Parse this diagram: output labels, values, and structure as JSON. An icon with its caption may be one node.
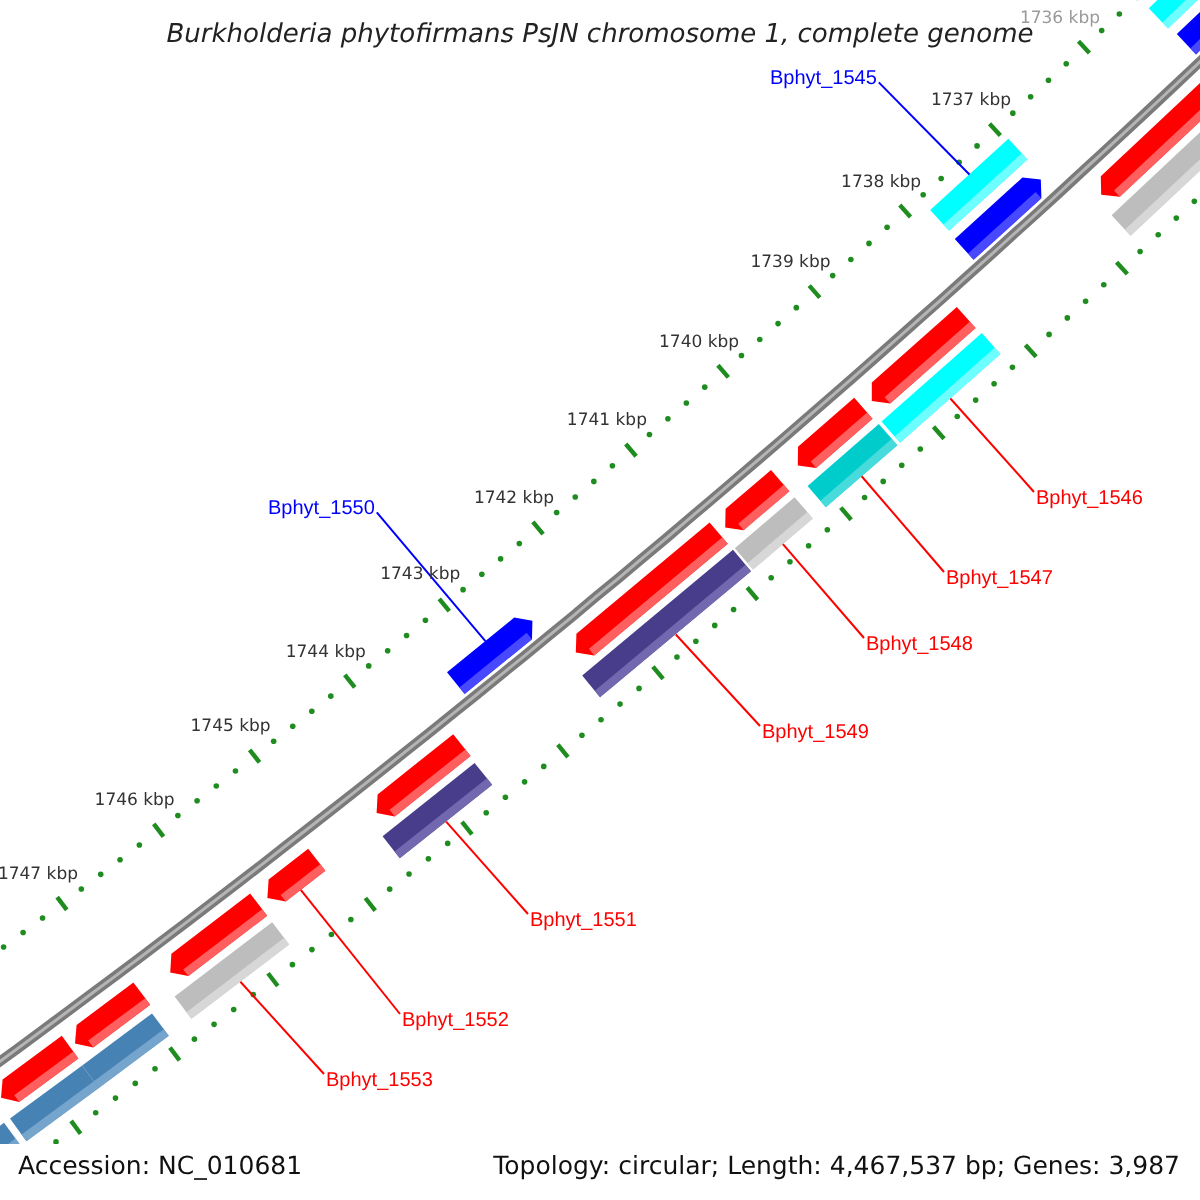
{
  "diagram": {
    "title": "Burkholderia phytofirmans PsJN chromosome 1, complete genome",
    "nodes": [
      {
        "text": [
          "Bphyt_1545"
        ]
      },
      {
        "text": [
          "Bphyt_1546"
        ]
      },
      {
        "text": [
          "Bphyt_1550"
        ]
      },
      {
        "text": [
          "Bphyt_1547"
        ]
      },
      {
        "text": [
          "Bphyt_1548"
        ]
      },
      {
        "text": [
          "Bphyt_1549"
        ]
      },
      {
        "text": [
          "Bphyt_1551"
        ]
      },
      {
        "text": [
          "Bphyt_1552"
        ]
      },
      {
        "text": [
          "Bphyt_1553"
        ]
      },
      {
        "text": [],
        "shape": "bar"
      },
      {
        "text": [],
        "shape": "arrow"
      },
      {
        "text": [],
        "shape": "arrow"
      },
      {
        "text": [],
        "shape": "bar"
      },
      {
        "text": [],
        "shape": "bar"
      },
      {
        "text": [],
        "shape": "arrow"
      },
      {
        "text": [],
        "shape": "arrow"
      },
      {
        "text": [],
        "shape": "bar"
      },
      {
        "text": [],
        "shape": "arrow"
      },
      {
        "text": [],
        "shape": "bar"
      },
      {
        "text": [],
        "shape": "arrow"
      },
      {
        "text": [],
        "shape": "bar"
      },
      {
        "text": [],
        "shape": "arrow"
      },
      {
        "text": [],
        "shape": "bar"
      },
      {
        "text": [],
        "shape": "arrow"
      },
      {
        "text": [],
        "shape": "arrow"
      },
      {
        "text": [],
        "shape": "bar"
      },
      {
        "text": [],
        "shape": "arrow"
      },
      {
        "text": [],
        "shape": "arrow"
      },
      {
        "text": [],
        "shape": "bar"
      },
      {
        "text": [],
        "shape": "arrow"
      },
      {
        "text": [],
        "shape": "bar"
      },
      {
        "text": [],
        "shape": "arrow"
      },
      {
        "text": [],
        "shape": "bar"
      },
      {
        "text": [],
        "shape": "bar"
      }
    ],
    "edges": [
      {
        "from": 0,
        "to": 13,
        "arrow": "none",
        "color": "#0000ff"
      },
      {
        "from": 1,
        "to": 16,
        "arrow": "none"
      },
      {
        "from": 2,
        "to": 23,
        "arrow": "none",
        "color": "#0000ff"
      },
      {
        "from": 3,
        "to": 18,
        "arrow": "none"
      },
      {
        "from": 4,
        "to": 20,
        "arrow": "none"
      },
      {
        "from": 5,
        "to": 22,
        "arrow": "none"
      },
      {
        "from": 6,
        "to": 25,
        "arrow": "none"
      },
      {
        "from": 7,
        "to": 26,
        "arrow": "none"
      },
      {
        "from": 8,
        "to": 28,
        "arrow": "none"
      }
    ],
    "labels": [
      "1736 kbp",
      "1737 kbp",
      "1738 kbp",
      "1739 kbp",
      "1740 kbp",
      "1741 kbp",
      "1742 kbp",
      "1743 kbp",
      "1744 kbp",
      "1745 kbp",
      "1746 kbp",
      "1747 kbp",
      "Accession: NC_010681",
      "Topology: circular; Length: 4,467,537 bp; Genes: 3,987"
    ]
  }
}
